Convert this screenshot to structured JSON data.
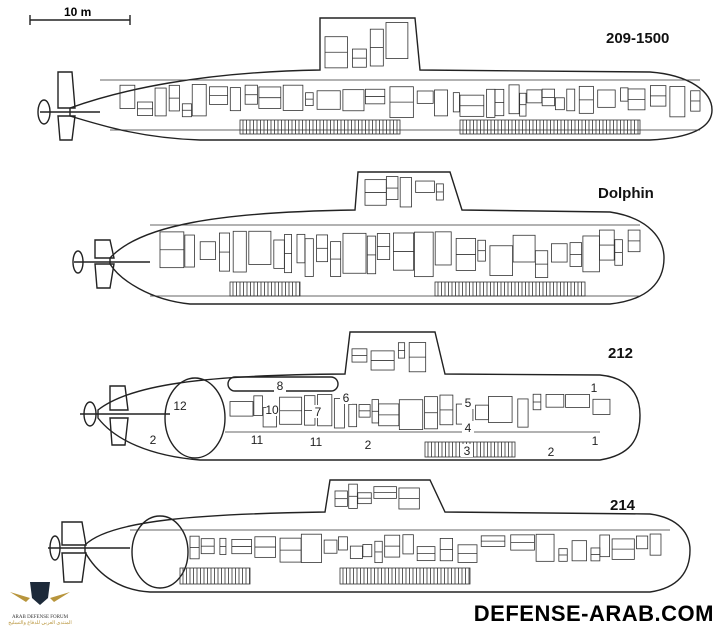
{
  "scale": {
    "label": "10 m"
  },
  "submarines": [
    {
      "name": "209-1500"
    },
    {
      "name": "Dolphin"
    },
    {
      "name": "212",
      "compartment_numbers": [
        "8",
        "12",
        "10",
        "7",
        "6",
        "5",
        "4",
        "3",
        "2",
        "2",
        "2",
        "11",
        "11",
        "1",
        "1"
      ]
    },
    {
      "name": "214"
    }
  ],
  "watermark": {
    "text": "DEFENSE-ARAB.COM",
    "logo_text": "ARAB DEFENSE FORUM",
    "logo_subtext": "المنتدى العربي للدفاع والتسليح"
  },
  "colors": {
    "line": "#222222",
    "logo_gold": "#b8953c",
    "logo_dark": "#1d2a3a"
  }
}
